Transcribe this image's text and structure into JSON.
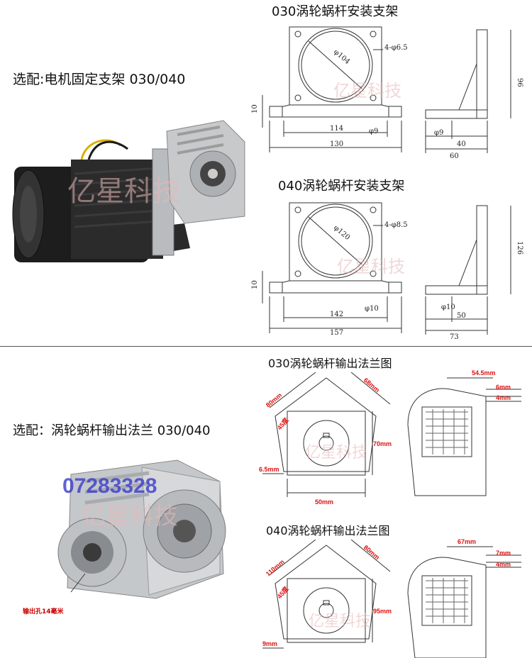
{
  "top": {
    "caption": "选配:电机固定支架 030/040",
    "bracket030": {
      "title": "030涡轮蜗杆安装支架",
      "circle": "φ104",
      "holes": "4-φ6.5",
      "height": "96",
      "thickness": "10",
      "inner_width": "114",
      "outer_width": "130",
      "hole_dia": "φ9",
      "side_hole": "φ9",
      "side_inner": "40",
      "side_outer": "60"
    },
    "bracket040": {
      "title": "040涡轮蜗杆安装支架",
      "circle": "φ120",
      "holes": "4-φ8.5",
      "height": "126",
      "thickness": "10",
      "inner_width": "142",
      "outer_width": "157",
      "hole_dia": "φ10",
      "side_hole": "φ10",
      "side_inner": "50",
      "side_outer": "73"
    },
    "watermark": "亿星科技"
  },
  "bottom": {
    "caption": "选配：涡轮蜗杆输出法兰 030/040",
    "output_note": "输出孔14毫米",
    "phone": "07283328",
    "flange030": {
      "title": "030涡轮蜗杆输出法兰图",
      "d1": "80mm",
      "d2": "68mm",
      "angle": "45度",
      "side": "70mm",
      "hole": "6.5mm",
      "width": "50mm",
      "depth": "54.5mm",
      "t1": "6mm",
      "t2": "4mm"
    },
    "flange040": {
      "title": "040涡轮蜗杆输出法兰图",
      "d1": "110mm",
      "d2": "80mm",
      "angle": "45度",
      "side": "95mm",
      "hole": "9mm",
      "depth": "67mm",
      "t1": "7mm",
      "t2": "4mm"
    },
    "watermark": "亿星科技"
  }
}
